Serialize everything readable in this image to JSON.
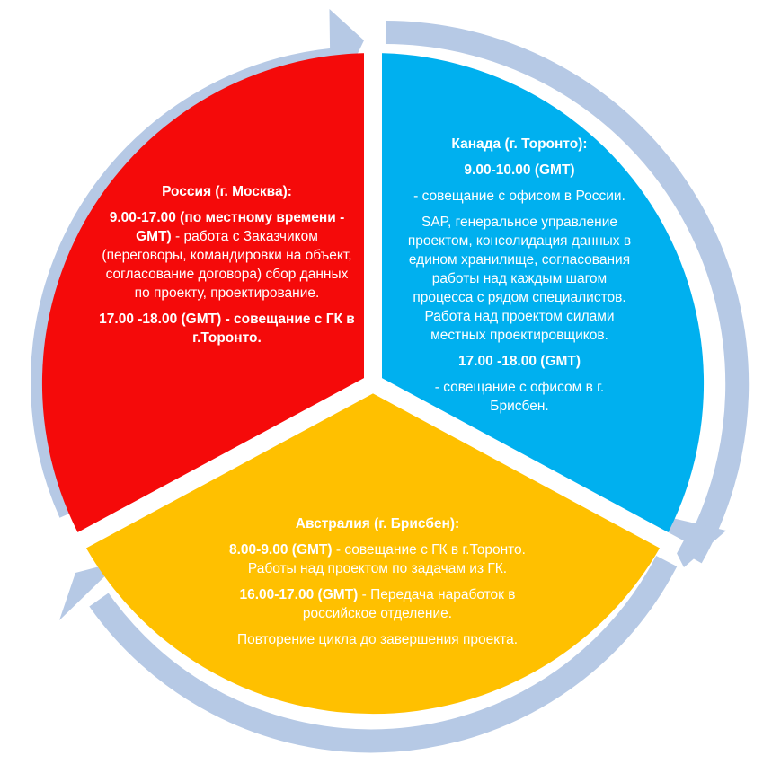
{
  "colors": {
    "russia": "#f50a0a",
    "canada": "#00b0ef",
    "australia": "#ffc000",
    "ring": "#b6c9e5",
    "divider": "#ffffff",
    "text": "#ffffff"
  },
  "segments": {
    "russia": {
      "title": "Россия (г. Москва):",
      "p1_bold": "9.00-17.00  (по местному времени - GMT)",
      "p1_rest": " - работа с Заказчиком (переговоры, командировки на объект, согласование договора) сбор данных по проекту, проектирование.",
      "p2_bold": "17.00 -18.00 (GMT) - совещание с ГК в г.Торонто."
    },
    "canada": {
      "title": "Канада (г. Торонто):",
      "time1": "9.00-10.00 (GMT)",
      "p1": "- совещание с офисом в России.",
      "p2": "SAP, генеральное управление проектом, консолидация данных в едином хранилище, согласования работы над каждым шагом процесса с рядом специалистов. Работа над проектом силами местных проектировщиков.",
      "time2": "17.00 -18.00 (GMT)",
      "p3": "- совещание с офисом в г. Брисбен."
    },
    "australia": {
      "title": "Австралия (г. Брисбен):",
      "time1": "8.00-9.00 (GMT)",
      "p1_rest": " - совещание с  ГК в г.Торонто.",
      "p1_line2": "Работы над проектом по задачам из ГК.",
      "time2": "16.00-17.00 (GMT)",
      "p2_rest": " -  Передача наработок в российское отделение.",
      "p3": "Повторение цикла до завершения проекта."
    }
  }
}
